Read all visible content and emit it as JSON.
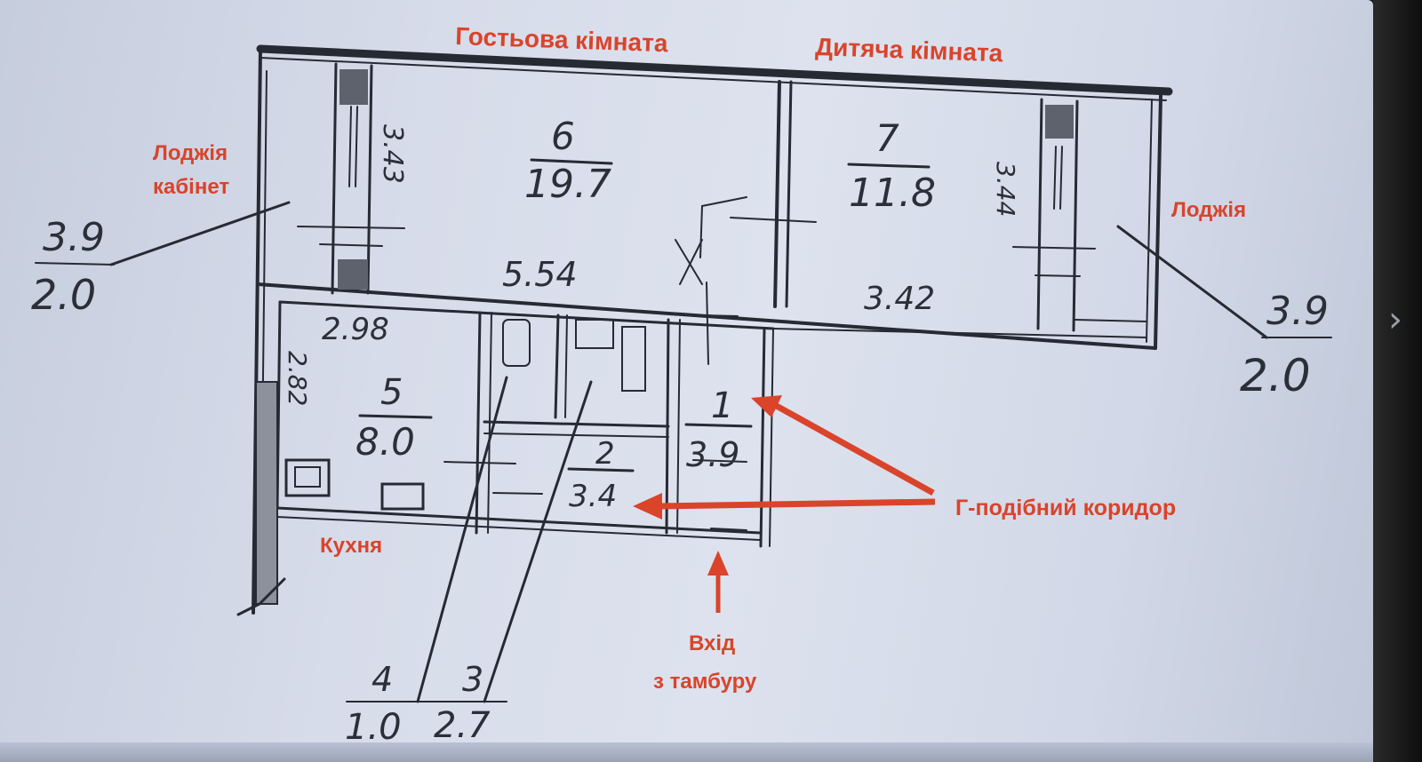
{
  "labels": {
    "guest_room": "Гостьова кімната",
    "kids_room": "Дитяча кімната",
    "loggia_office_1": "Лоджія",
    "loggia_office_2": "кабінет",
    "loggia_right": "Лоджія",
    "kitchen": "Кухня",
    "corridor": "Г-подібний коридор",
    "entrance_1": "Вхід",
    "entrance_2": "з тамбуру"
  },
  "handwritten": {
    "room6_num": "6",
    "room6_area": "19.7",
    "room7_num": "7",
    "room7_area": "11.8",
    "room5_num": "5",
    "room5_area": "8.0",
    "room1_num": "1",
    "room1_area": "3.9",
    "room2_num": "2",
    "room2_area": "3.4",
    "room3_num": "3",
    "room3_area": "2.7",
    "room4_num": "4",
    "room4_area": "1.0",
    "loggia_left_num": "3.9",
    "loggia_left_area": "2.0",
    "loggia_right_num": "3.9",
    "loggia_right_area": "2.0",
    "dim_554": "5.54",
    "dim_342": "3.42",
    "dim_298": "2.98",
    "dim_343": "3.43",
    "dim_344": "3.44",
    "dim_282": "2.82"
  },
  "colors": {
    "annotation": "#d9442b",
    "ink": "#2b2f38"
  },
  "icons": {
    "next": "chevron-right-icon"
  }
}
